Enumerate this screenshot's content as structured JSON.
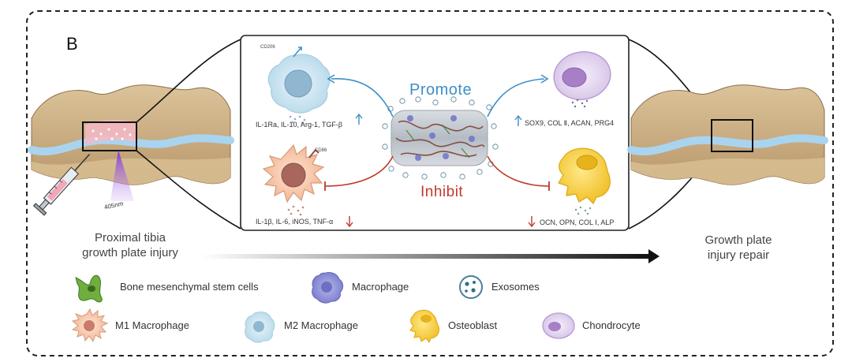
{
  "figure": {
    "panel_label": "B",
    "left_title": "Proximal tibia\ngrowth plate injury",
    "right_title": "Growth plate\ninjury repair",
    "laser_label": "405nm"
  },
  "center": {
    "promote_label": "Promote",
    "inhibit_label": "Inhibit",
    "m2_marker": "CD206",
    "m1_marker": "CD86",
    "m2_factors": "IL-1Ra, IL-10, Arg-1, TGF-β",
    "m1_factors": "IL-1β, IL-6, iNOS, TNF-α",
    "chondro_genes": "SOX9, COL Ⅱ, ACAN, PRG4",
    "osteo_genes": "OCN, OPN, COL Ⅰ, ALP"
  },
  "legend": [
    {
      "label": "Bone mesenchymal stem cells",
      "icon": "bmsc-icon"
    },
    {
      "label": "Macrophage",
      "icon": "macrophage-icon"
    },
    {
      "label": "Exosomes",
      "icon": "exosome-icon"
    },
    {
      "label": "M1 Macrophage",
      "icon": "m1-macrophage-icon"
    },
    {
      "label": "M2 Macrophage",
      "icon": "m2-macrophage-icon"
    },
    {
      "label": "Osteoblast",
      "icon": "osteoblast-icon"
    },
    {
      "label": "Chondrocyte",
      "icon": "chondrocyte-icon"
    }
  ],
  "colors": {
    "promote": "#3d8fc6",
    "inhibit": "#c0392b",
    "growth_plate": "#a9d4ef",
    "bone": "#c8a97c"
  }
}
